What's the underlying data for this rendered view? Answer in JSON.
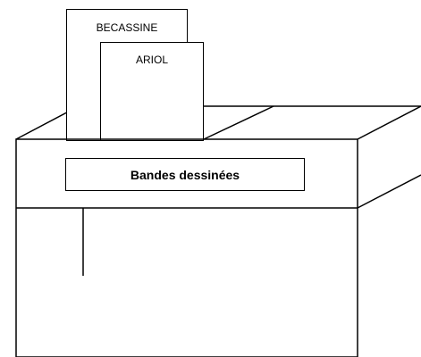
{
  "books": [
    {
      "title": "BECASSINE"
    },
    {
      "title": "ARIOL"
    }
  ],
  "bin": {
    "label": "Bandes dessinées"
  },
  "colors": {
    "stroke": "#000000",
    "background": "#ffffff"
  }
}
